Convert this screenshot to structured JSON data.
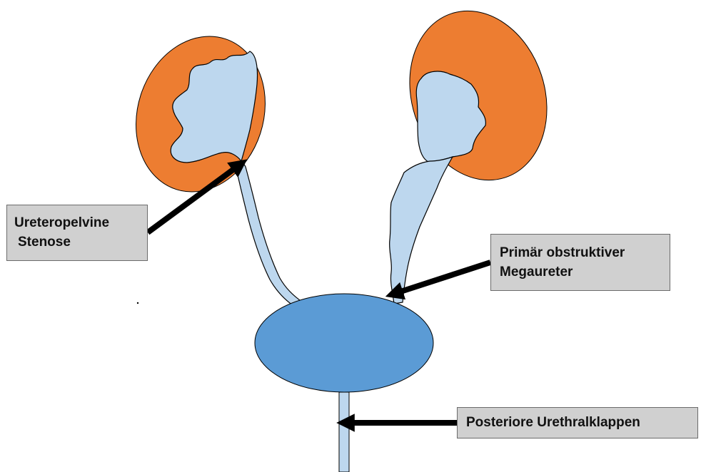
{
  "colors": {
    "kidney": "#ed7d31",
    "urinary_tract": "#bdd7ee",
    "bladder": "#5b9bd5",
    "label_box": "#d0d0d0",
    "arrow": "#000000"
  },
  "labels": {
    "ureteropelvic": {
      "line1": "Ureteropelvine",
      "line2": "Stenose"
    },
    "megaureter": {
      "line1": "Primär obstruktiver",
      "line2": "Megaureter"
    },
    "urethral_valves": {
      "line1": "Posteriore Urethralklappen"
    }
  }
}
